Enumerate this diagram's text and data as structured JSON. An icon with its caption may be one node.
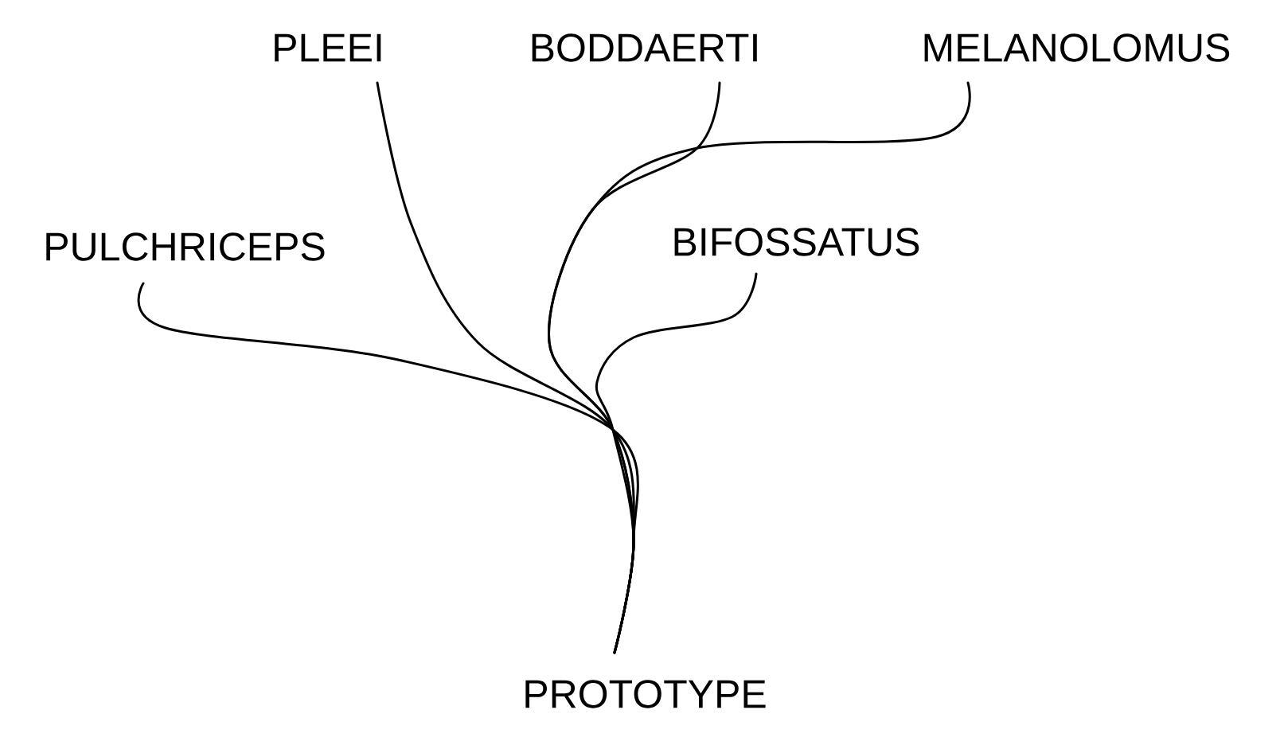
{
  "diagram": {
    "nodes": [
      {
        "text": [
          "PLEEI"
        ]
      },
      {
        "text": [
          "BODDAERTI"
        ]
      },
      {
        "text": [
          "MELANOLOMUS"
        ]
      },
      {
        "text": [
          "PULCHRICEPS"
        ]
      },
      {
        "text": [
          "BIFOSSATUS"
        ]
      },
      {
        "text": [
          "PROTOTYPE"
        ]
      }
    ],
    "edges": [
      {
        "from": 5,
        "to": 0,
        "arrow": "none"
      },
      {
        "from": 5,
        "to": 1,
        "arrow": "none"
      },
      {
        "from": 5,
        "to": 2,
        "arrow": "none"
      },
      {
        "from": 5,
        "to": 3,
        "arrow": "none"
      },
      {
        "from": 5,
        "to": 4,
        "arrow": "none"
      }
    ]
  }
}
